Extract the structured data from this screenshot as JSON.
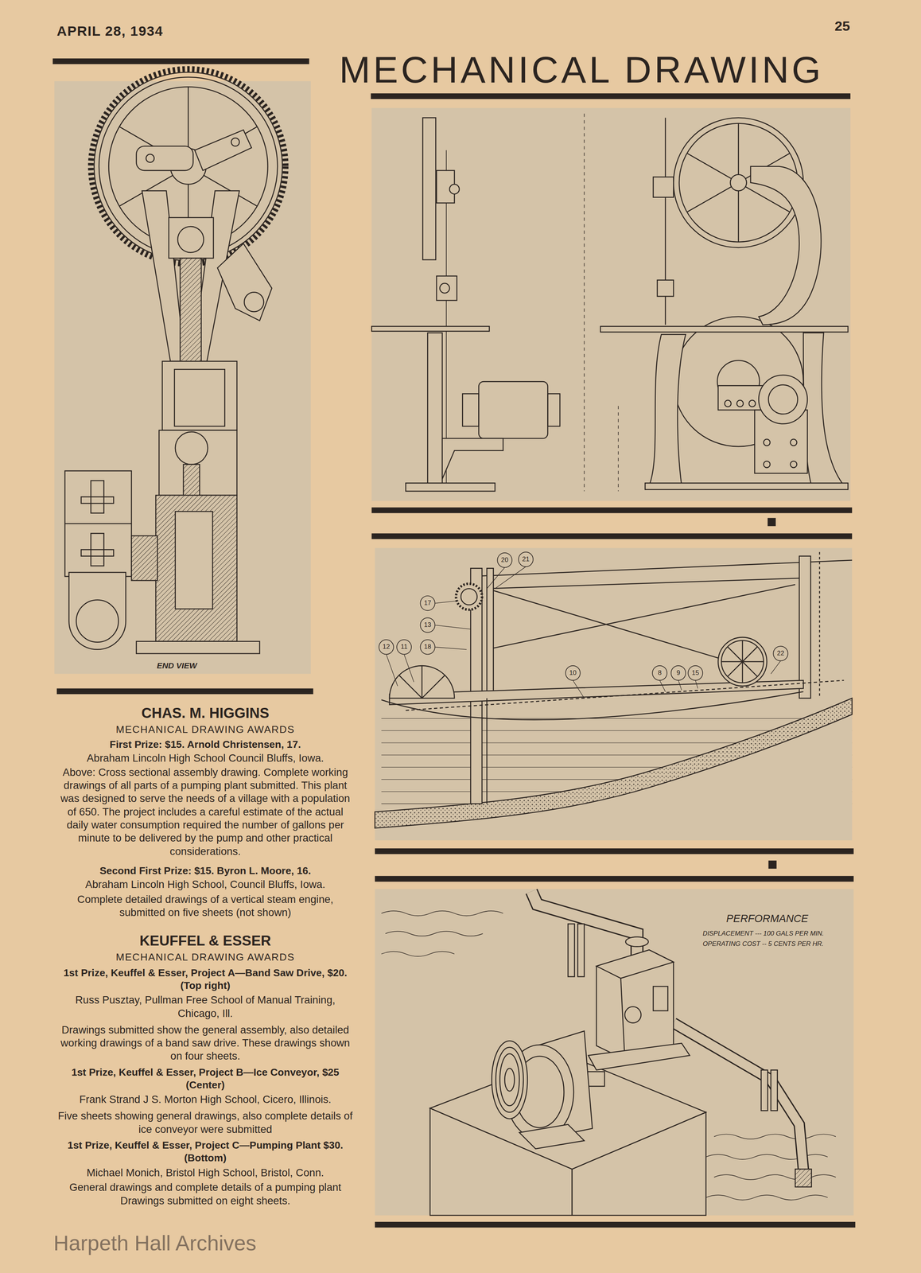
{
  "diagram": {
    "title": "MECHANICAL DRAWING",
    "labels": [
      "APRIL 28, 1934",
      "25",
      "END VIEW",
      "CHAS. M. HIGGINS",
      "MECHANICAL DRAWING AWARDS",
      "First Prize: $15. Arnold Christensen, 17.",
      "Abraham Lincoln High School Council Bluffs, Iowa.",
      "Above: Cross sectional assembly drawing. Complete working drawings of all parts of a pumping plant submitted. This plant was designed to serve the needs of a village with a population of 650. The project includes a careful estimate of the actual daily water consumption required the number of gallons per minute to be delivered by the pump and other practical considerations.",
      "Second First Prize: $15. Byron L. Moore, 16.",
      "Abraham Lincoln High School, Council Bluffs, Iowa.",
      "Complete detailed drawings of a vertical steam engine, submitted on five sheets (not shown)",
      "KEUFFEL & ESSER",
      "MECHANICAL DRAWING AWARDS",
      "1st Prize, Keuffel & Esser, Project A—Band Saw Drive, $20. (Top right)",
      "Russ Pusztay, Pullman Free School of Manual Training, Chicago, Ill.",
      "Drawings submitted show the general assembly, also detailed working drawings of a band saw drive. These drawings shown on four sheets.",
      "1st Prize, Keuffel & Esser, Project B—Ice Conveyor, $25 (Center)",
      "Frank Strand J S. Morton High School, Cicero, Illinois.",
      "Five sheets showing general drawings, also complete details of ice conveyor were submitted",
      "1st Prize, Keuffel & Esser, Project C—Pumping Plant $30. (Bottom)",
      "Michael Monich, Bristol High School, Bristol, Conn.",
      "General drawings and complete details of a pumping plant Drawings submitted on eight sheets.",
      "20",
      "21",
      "17",
      "13",
      "12",
      "11",
      "18",
      "10",
      "8",
      "9",
      "15",
      "22",
      "PERFORMANCE",
      "DISPLACEMENT --- 100 GALS PER MIN.",
      "OPERATING COST -- 5 CENTS PER HR.",
      "Harpeth Hall Archives"
    ]
  }
}
